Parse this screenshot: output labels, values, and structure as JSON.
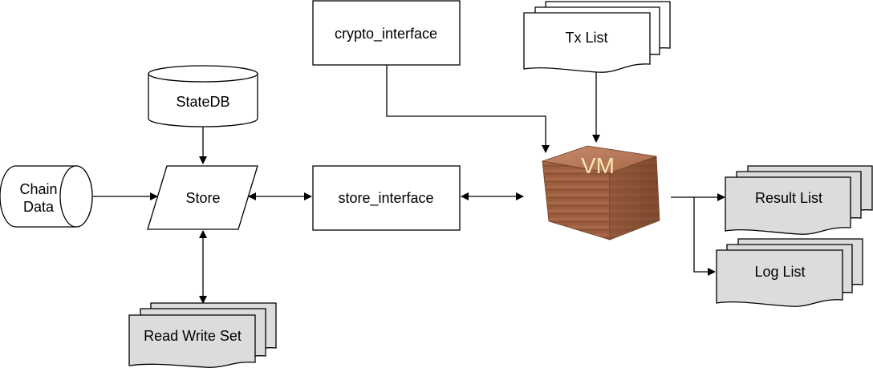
{
  "nodes": {
    "crypto_interface": "crypto_interface",
    "tx_list": "Tx List",
    "state_db": "StateDB",
    "chain_data_line1": "Chain",
    "chain_data_line2": "Data",
    "store": "Store",
    "store_interface": "store_interface",
    "vm": "VM",
    "result_list": "Result List",
    "log_list": "Log List",
    "read_write_set": "Read Write Set"
  },
  "colors": {
    "stroke": "#000000",
    "doc_fill_gray": "#dcdcdc",
    "doc_fill_white": "#ffffff",
    "vm_wood": "#a0613f",
    "vm_label": "#f5e6b0"
  }
}
